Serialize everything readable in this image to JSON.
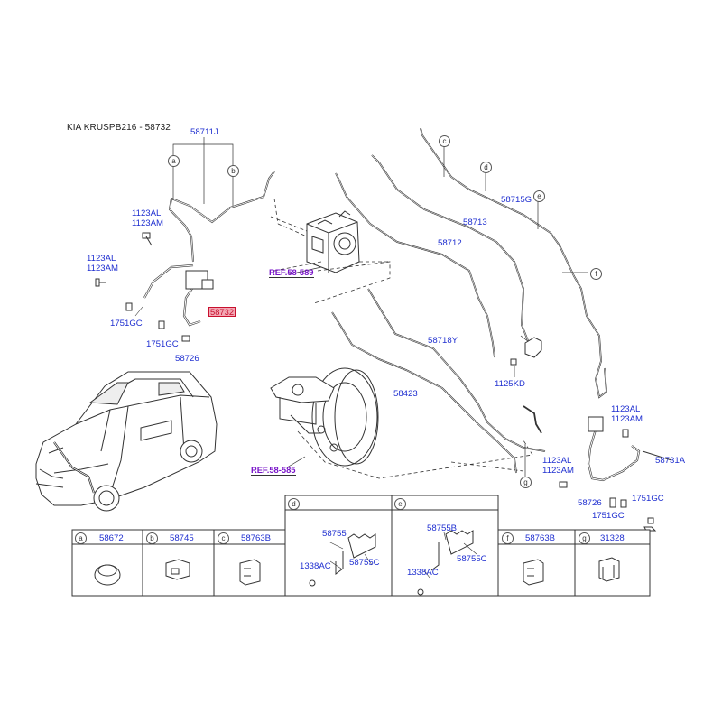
{
  "title": "KIA KRUSPB216 - 58732",
  "parts": {
    "p58711J": "58711J",
    "p1123AL_a": "1123AL",
    "p1123AM_a": "1123AM",
    "p1123AL_b": "1123AL",
    "p1123AM_b": "1123AM",
    "p1751GC_a": "1751GC",
    "p1751GC_b": "1751GC",
    "p58732": "58732",
    "p58726_a": "58726",
    "p58715G": "58715G",
    "p58713": "58713",
    "p58712": "58712",
    "p58718Y": "58718Y",
    "p1125KD": "1125KD",
    "p58423": "58423",
    "p1123AL_c": "1123AL",
    "p1123AM_c": "1123AM",
    "p58731A": "58731A",
    "p1123AL_d": "1123AL",
    "p1123AM_d": "1123AM",
    "p58726_b": "58726",
    "p1751GC_c": "1751GC",
    "p1751GC_d": "1751GC"
  },
  "refs": {
    "ref589": "REF.58-589",
    "ref585": "REF.58-585"
  },
  "callouts": [
    "a",
    "b",
    "c",
    "d",
    "e",
    "f",
    "g"
  ],
  "table": {
    "cells": [
      {
        "letter": "a",
        "part": "58672"
      },
      {
        "letter": "b",
        "part": "58745"
      },
      {
        "letter": "c",
        "part": "58763B"
      },
      {
        "letter": "d",
        "part": "58755",
        "part2": "58755C",
        "part3": "1338AC"
      },
      {
        "letter": "e",
        "part": "58755B",
        "part2": "58755C",
        "part3": "1338AC"
      },
      {
        "letter": "f",
        "part": "58763B"
      },
      {
        "letter": "g",
        "part": "31328"
      }
    ]
  },
  "colors": {
    "label": "#1f2fd0",
    "ref": "#7a16c9",
    "highlight": "#c8102e",
    "line": "#333333"
  }
}
